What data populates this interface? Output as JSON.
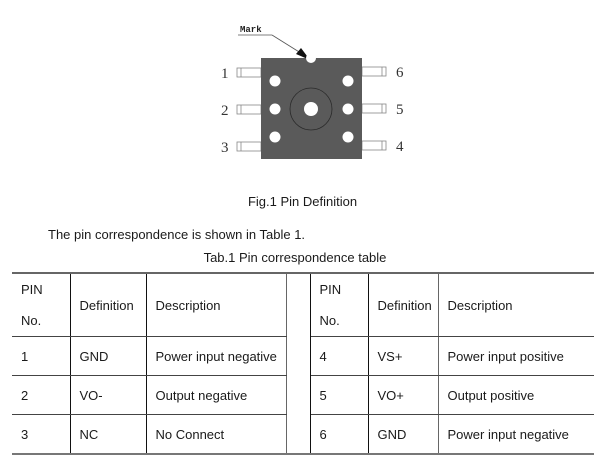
{
  "figure": {
    "mark_label": "Mark",
    "left_pins": [
      "1",
      "2",
      "3"
    ],
    "right_pins": [
      "6",
      "5",
      "4"
    ],
    "body_color": "#5a5a5a",
    "caption": "Fig.1 Pin Definition"
  },
  "intro_text": "The pin correspondence is shown in Table 1.",
  "table": {
    "caption": "Tab.1 Pin correspondence table",
    "headers": {
      "pin_no_line1": "PIN",
      "pin_no_line2": "No.",
      "definition": "Definition",
      "description": "Description"
    },
    "left_rows": [
      {
        "pin": "1",
        "definition": "GND",
        "description": "Power input negative"
      },
      {
        "pin": "2",
        "definition": "VO-",
        "description": "Output negative"
      },
      {
        "pin": "3",
        "definition": "NC",
        "description": "No Connect"
      }
    ],
    "right_rows": [
      {
        "pin": "4",
        "definition": "VS+",
        "description": "Power input positive"
      },
      {
        "pin": "5",
        "definition": "VO+",
        "description": "Output positive"
      },
      {
        "pin": "6",
        "definition": "GND",
        "description": "Power input negative"
      }
    ]
  }
}
